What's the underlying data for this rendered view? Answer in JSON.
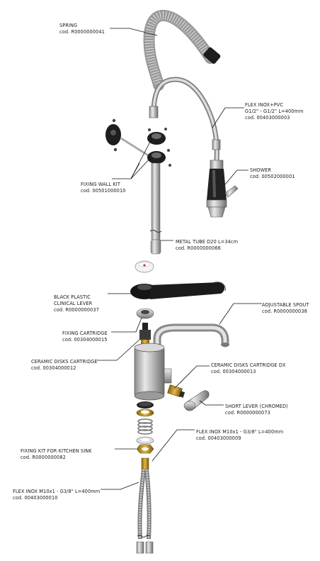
{
  "labels": {
    "spring": {
      "name": "SPRING",
      "code": "cod. R0000000041"
    },
    "flex_inox_pvc": {
      "name": "FLEX INOX+PVC",
      "spec": "G1/2\" - G1/2\" L=400mm",
      "code": "cod. 00403000003"
    },
    "shower": {
      "name": "SHOWER",
      "code": "cod. 00502000001"
    },
    "fixing_wall_kit": {
      "name": "FIXING WALL KIT",
      "code": "cod. 00501000010"
    },
    "metal_tube": {
      "name": "METAL TUBE D20 L=34cm",
      "code": "cod. R0000000066"
    },
    "black_plastic_lever": {
      "name": "BLACK PLASTIC",
      "name2": "CLINICAL LEVER",
      "code": "cod. R0000000037"
    },
    "adjustable_spout": {
      "name": "ADJUSTABLE SPOUT",
      "code": "cod. R0000000038"
    },
    "fixing_cartridge": {
      "name": "FIXING CARTRIDGE",
      "code": "cod. 00304000015"
    },
    "ceramic_disks_cartridge": {
      "name": "CERAMIC DISKS CARTRIDGE",
      "code": "cod. 00304000012"
    },
    "ceramic_disks_cartridge_dx": {
      "name": "CERAMIC DISKS CARTRIDGE DX",
      "code": "cod. 00304000013"
    },
    "short_lever": {
      "name": "SHORT LEVER (CHROMED)",
      "code": "cod. R0000000073"
    },
    "flex_inox_m10_right": {
      "name": "FLEX INOX M10x1 - G3/8\" L=400mm",
      "code": "cod. 00403000009"
    },
    "fixing_kit_sink": {
      "name": "FIXING KIT FOR KITCHEN SINK",
      "code": "cod. R0000000082"
    },
    "flex_inox_m10_left": {
      "name": "FLEX INOX M10x1 - G3/8\" L=400mm",
      "code": "cod. 00403000010"
    }
  }
}
